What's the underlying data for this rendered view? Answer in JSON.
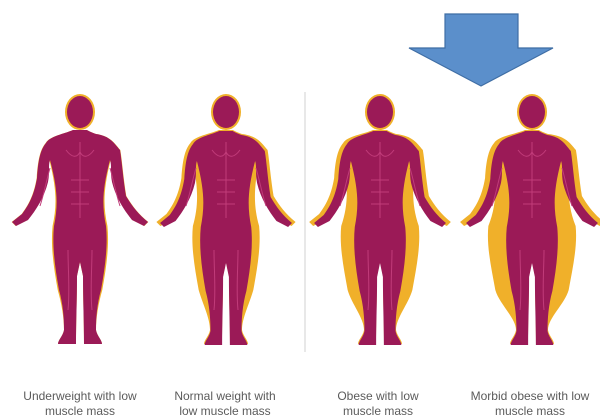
{
  "colors": {
    "muscle": "#9b1a57",
    "muscle_line": "#c13c7a",
    "fat": "#f0b02a",
    "arrow_fill": "#5b8fcb",
    "arrow_stroke": "#3f6ea5",
    "divider": "#d8d8d8",
    "caption_text": "#5b5b5b"
  },
  "figures": [
    {
      "line1": "Underweight with low",
      "line2": "muscle mass",
      "fat_level": 0.0
    },
    {
      "line1": "Normal weight with",
      "line2": "low muscle mass",
      "fat_level": 0.35
    },
    {
      "line1": "Obese with low",
      "line2": "muscle mass",
      "fat_level": 0.7
    },
    {
      "line1": "Morbid obese with low",
      "line2": "muscle mass",
      "fat_level": 1.0
    }
  ],
  "arrow": {
    "icon": "down-arrow-icon",
    "points_to_figure": 4
  }
}
